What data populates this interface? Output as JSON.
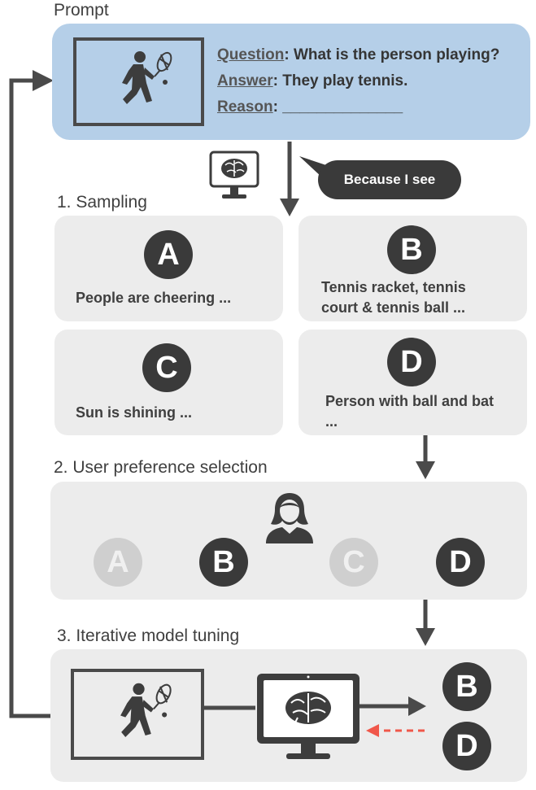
{
  "prompt": {
    "label": "Prompt",
    "question_key": "Question",
    "question_text": ": What is the person playing?",
    "answer_key": "Answer",
    "answer_text": ": They play tennis.",
    "reason_key": "Reason",
    "reason_text": ": ______________"
  },
  "speech_bubble": "Because I see",
  "sampling": {
    "label": "1. Sampling",
    "cards": [
      {
        "letter": "A",
        "text": "People are cheering ..."
      },
      {
        "letter": "B",
        "text": "Tennis racket, tennis court & tennis ball ..."
      },
      {
        "letter": "C",
        "text": "Sun is shining ..."
      },
      {
        "letter": "D",
        "text": "Person with ball and bat ..."
      }
    ]
  },
  "preference": {
    "label": "2. User preference selection",
    "options": [
      {
        "letter": "A",
        "selected": false
      },
      {
        "letter": "B",
        "selected": true
      },
      {
        "letter": "C",
        "selected": false
      },
      {
        "letter": "D",
        "selected": true
      }
    ]
  },
  "tuning": {
    "label": "3. Iterative model tuning",
    "outputs": [
      "B",
      "D"
    ]
  },
  "colors": {
    "prompt_bg": "#b5cfe8",
    "panel_bg": "#ececec",
    "dark": "#3a3a3a",
    "muted": "#cfcfcf",
    "feedback_arrow": "#f0574a"
  }
}
